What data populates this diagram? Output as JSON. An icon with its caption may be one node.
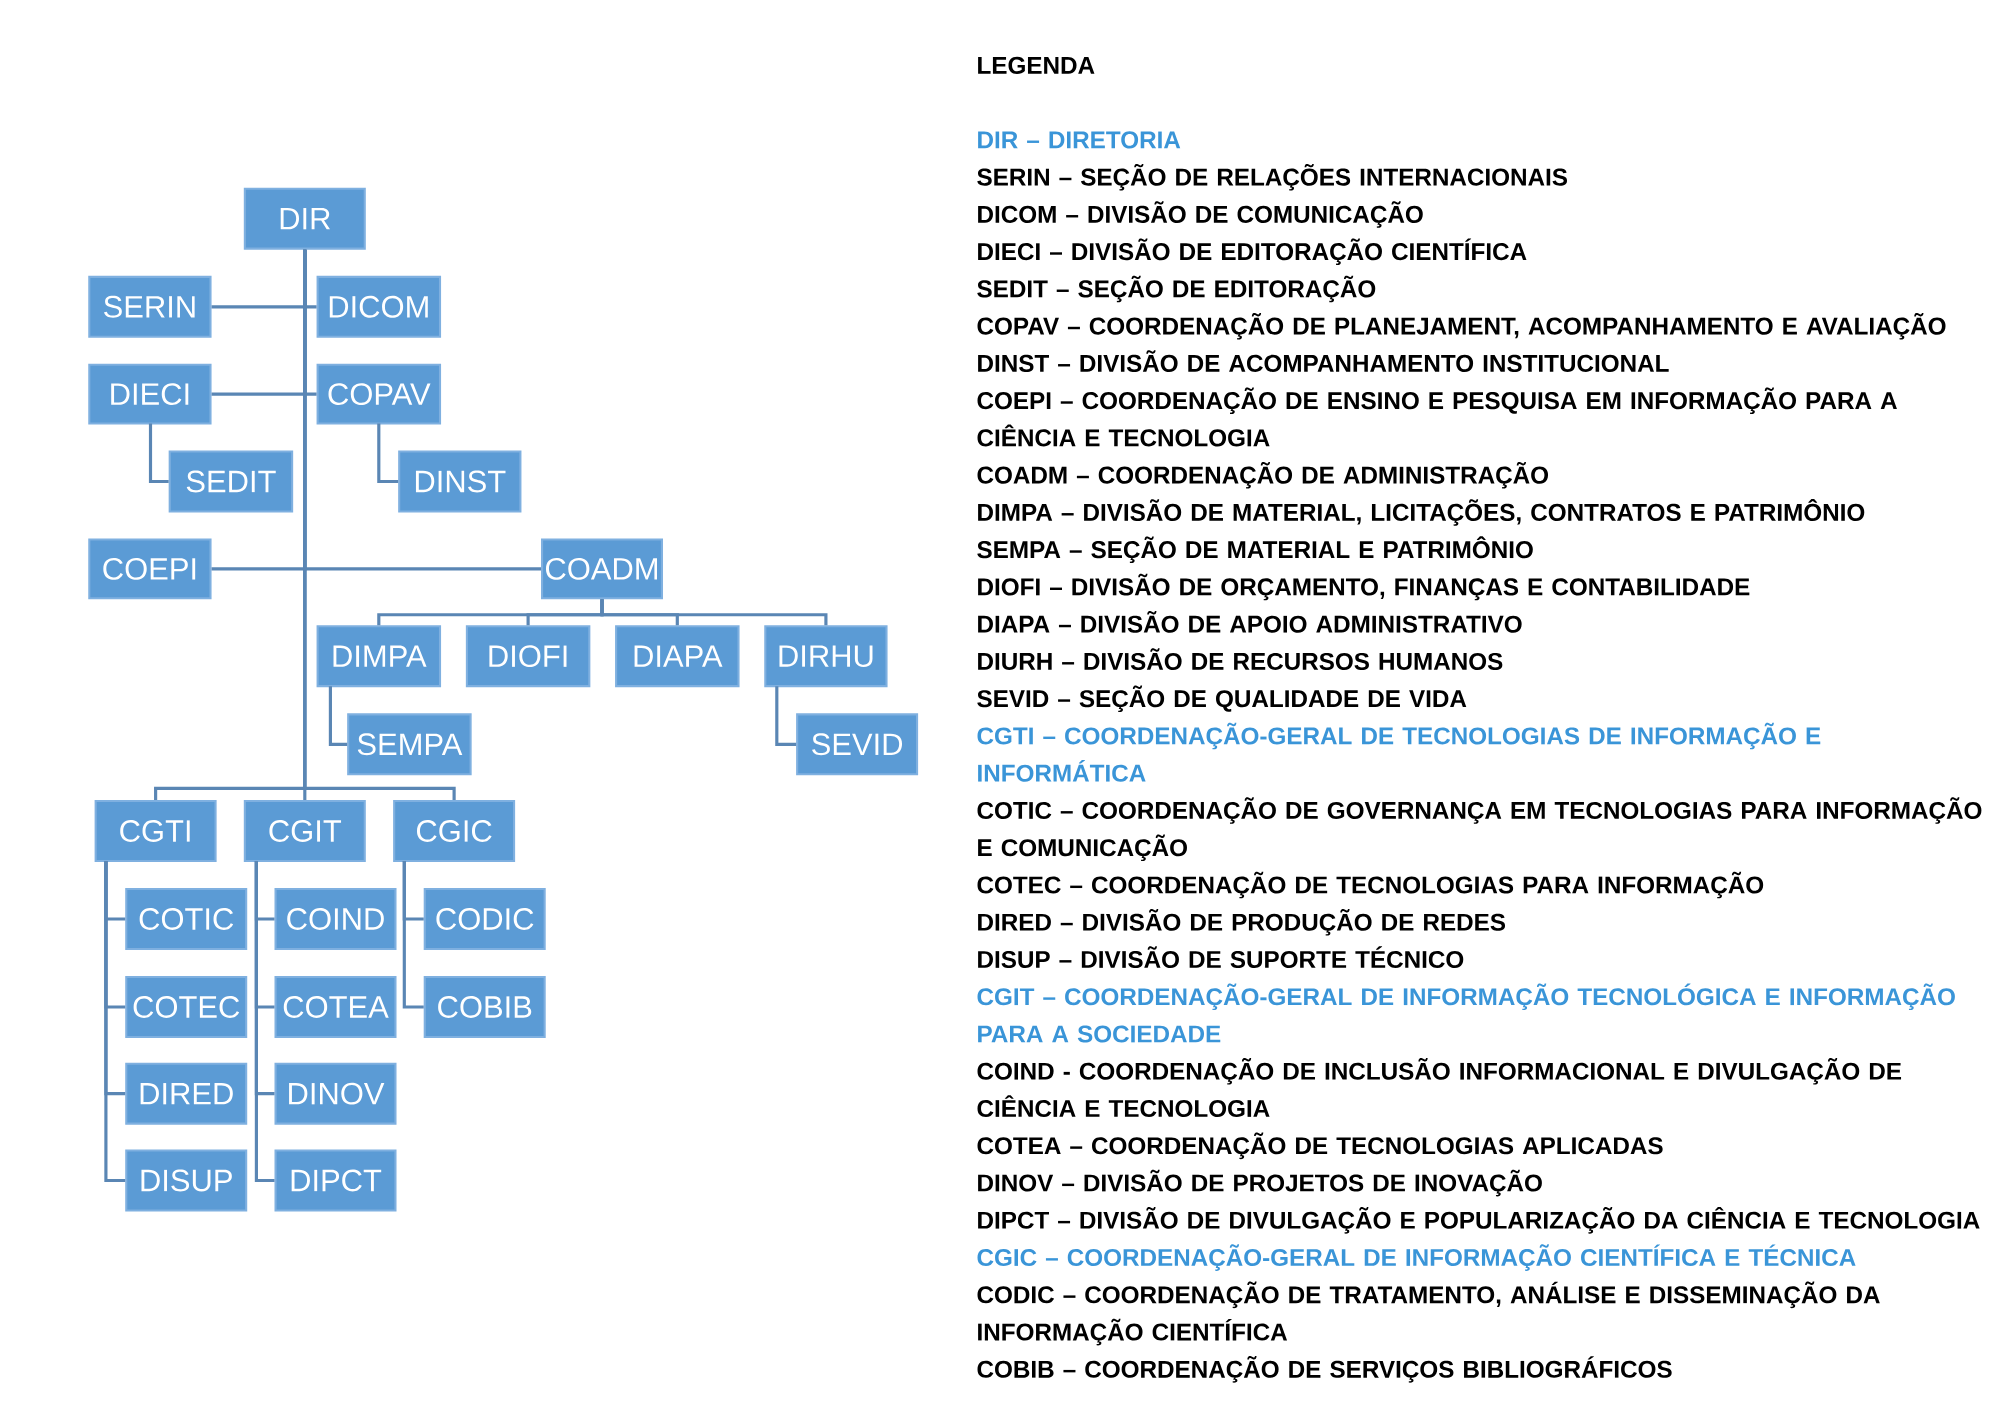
{
  "diagram": {
    "nodes": [
      {
        "text": [
          "DIR"
        ]
      },
      {
        "text": [
          "SERIN"
        ]
      },
      {
        "text": [
          "DICOM"
        ]
      },
      {
        "text": [
          "DIECI"
        ]
      },
      {
        "text": [
          "COPAV"
        ]
      },
      {
        "text": [
          "SEDIT"
        ]
      },
      {
        "text": [
          "DINST"
        ]
      },
      {
        "text": [
          "COEPI"
        ]
      },
      {
        "text": [
          "COADM"
        ]
      },
      {
        "text": [
          "DIMPA"
        ]
      },
      {
        "text": [
          "DIOFI"
        ]
      },
      {
        "text": [
          "DIAPA"
        ]
      },
      {
        "text": [
          "DIRHU"
        ]
      },
      {
        "text": [
          "SEMPA"
        ]
      },
      {
        "text": [
          "SEVID"
        ]
      },
      {
        "text": [
          "CGTI"
        ]
      },
      {
        "text": [
          "CGIT"
        ]
      },
      {
        "text": [
          "CGIC"
        ]
      },
      {
        "text": [
          "COTIC"
        ]
      },
      {
        "text": [
          "COTEC"
        ]
      },
      {
        "text": [
          "DIRED"
        ]
      },
      {
        "text": [
          "DISUP"
        ]
      },
      {
        "text": [
          "COIND"
        ]
      },
      {
        "text": [
          "COTEA"
        ]
      },
      {
        "text": [
          "DINOV"
        ]
      },
      {
        "text": [
          "DIPCT"
        ]
      },
      {
        "text": [
          "CODIC"
        ]
      },
      {
        "text": [
          "COBIB"
        ]
      }
    ],
    "edges": [
      {
        "from": 0,
        "to": 1,
        "arrow": "none"
      },
      {
        "from": 0,
        "to": 2,
        "arrow": "none"
      },
      {
        "from": 0,
        "to": 3,
        "arrow": "none"
      },
      {
        "from": 0,
        "to": 4,
        "arrow": "none"
      },
      {
        "from": 3,
        "to": 5,
        "arrow": "none"
      },
      {
        "from": 4,
        "to": 6,
        "arrow": "none"
      },
      {
        "from": 0,
        "to": 7,
        "arrow": "none"
      },
      {
        "from": 0,
        "to": 8,
        "arrow": "none"
      },
      {
        "from": 8,
        "to": 9,
        "arrow": "none"
      },
      {
        "from": 8,
        "to": 10,
        "arrow": "none"
      },
      {
        "from": 8,
        "to": 11,
        "arrow": "none"
      },
      {
        "from": 8,
        "to": 12,
        "arrow": "none"
      },
      {
        "from": 9,
        "to": 13,
        "arrow": "none"
      },
      {
        "from": 12,
        "to": 14,
        "arrow": "none"
      },
      {
        "from": 0,
        "to": 15,
        "arrow": "none"
      },
      {
        "from": 0,
        "to": 16,
        "arrow": "none"
      },
      {
        "from": 0,
        "to": 17,
        "arrow": "none"
      },
      {
        "from": 15,
        "to": 18,
        "arrow": "none"
      },
      {
        "from": 15,
        "to": 19,
        "arrow": "none"
      },
      {
        "from": 15,
        "to": 20,
        "arrow": "none"
      },
      {
        "from": 15,
        "to": 21,
        "arrow": "none"
      },
      {
        "from": 16,
        "to": 22,
        "arrow": "none"
      },
      {
        "from": 16,
        "to": 23,
        "arrow": "none"
      },
      {
        "from": 16,
        "to": 24,
        "arrow": "none"
      },
      {
        "from": 16,
        "to": 25,
        "arrow": "none"
      },
      {
        "from": 17,
        "to": 26,
        "arrow": "none"
      },
      {
        "from": 17,
        "to": 27,
        "arrow": "none"
      }
    ],
    "labels": [
      "LEGENDA",
      "DIR – DIRETORIA",
      "SERIN – SEÇÃO DE RELAÇÕES INTERNACIONAIS",
      "DICOM – DIVISÃO DE COMUNICAÇÃO",
      "DIECI – DIVISÃO DE EDITORAÇÃO CIENTÍFICA",
      "SEDIT – SEÇÃO DE EDITORAÇÃO",
      "COPAV – COORDENAÇÃO DE PLANEJAMENT, ACOMPANHAMENTO E AVALIAÇÃO",
      "DINST – DIVISÃO DE ACOMPANHAMENTO INSTITUCIONAL",
      "COEPI – COORDENAÇÃO DE ENSINO E PESQUISA EM INFORMAÇÃO PARA A CIÊNCIA E TECNOLOGIA",
      "COADM – COORDENAÇÃO DE ADMINISTRAÇÃO",
      "DIMPA – DIVISÃO DE MATERIAL, LICITAÇÕES, CONTRATOS E PATRIMÔNIO",
      "SEMPA – SEÇÃO DE MATERIAL E PATRIMÔNIO",
      "DIOFI – DIVISÃO DE ORÇAMENTO, FINANÇAS E CONTABILIDADE",
      "DIAPA – DIVISÃO DE APOIO ADMINISTRATIVO",
      "DIURH – DIVISÃO DE RECURSOS HUMANOS",
      "SEVID – SEÇÃO DE QUALIDADE DE VIDA",
      "CGTI – COORDENAÇÃO-GERAL DE TECNOLOGIAS DE INFORMAÇÃO E INFORMÁTICA",
      "COTIC – COORDENAÇÃO DE GOVERNANÇA EM TECNOLOGIAS PARA INFORMAÇÃO E COMUNICAÇÃO",
      "COTEC – COORDENAÇÃO DE TECNOLOGIAS PARA INFORMAÇÃO",
      "DIRED – DIVISÃO DE PRODUÇÃO DE REDES",
      "DISUP – DIVISÃO DE SUPORTE TÉCNICO",
      "CGIT – COORDENAÇÃO-GERAL DE INFORMAÇÃO TECNOLÓGICA E INFORMAÇÃO PARA A SOCIEDADE",
      "COIND - COORDENAÇÃO DE INCLUSÃO INFORMACIONAL E DIVULGAÇÃO DE CIÊNCIA E TECNOLOGIA",
      "COTEA – COORDENAÇÃO DE TECNOLOGIAS APLICADAS",
      "DINOV – DIVISÃO DE PROJETOS DE INOVAÇÃO",
      "DIPCT – DIVISÃO DE DIVULGAÇÃO E POPULARIZAÇÃO DA CIÊNCIA E TECNOLOGIA",
      "CGIC – COORDENAÇÃO-GERAL DE INFORMAÇÃO CIENTÍFICA E TÉCNICA",
      "CODIC – COORDENAÇÃO DE TRATAMENTO, ANÁLISE E DISSEMINAÇÃO DA INFORMAÇÃO CIENTÍFICA",
      "COBIB – COORDENAÇÃO DE SERVIÇOS BIBLIOGRÁFICOS"
    ]
  }
}
